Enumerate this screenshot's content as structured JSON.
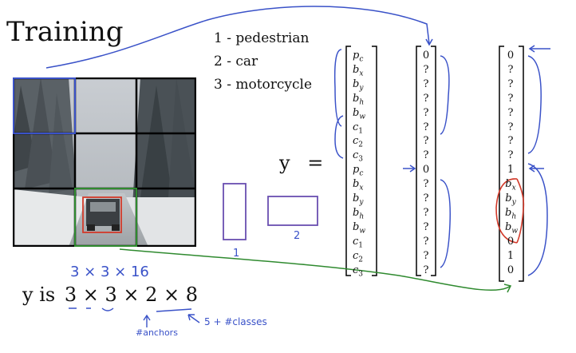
{
  "title": "Training",
  "classes": [
    "1 - pedestrian",
    "2 - car",
    "3 - motorcycle"
  ],
  "y_label": "y",
  "equals": "=",
  "label_vector": [
    "p_c",
    "b_x",
    "b_y",
    "b_h",
    "b_w",
    "c_1",
    "c_2",
    "c_3",
    "p_c",
    "b_x",
    "b_y",
    "b_h",
    "b_w",
    "c_1",
    "c_2",
    "c_3"
  ],
  "vector_middle": [
    "0",
    "?",
    "?",
    "?",
    "?",
    "?",
    "?",
    "?",
    "0",
    "?",
    "?",
    "?",
    "?",
    "?",
    "?",
    "?"
  ],
  "vector_right": [
    "0",
    "?",
    "?",
    "?",
    "?",
    "?",
    "?",
    "?",
    "1",
    "b_x",
    "b_y",
    "b_h",
    "b_w",
    "0",
    "1",
    "0"
  ],
  "anchor_labels": [
    "1",
    "2"
  ],
  "y_is": "y is",
  "dims": "3 × 3 × 2 × 8",
  "handwritten_top": "3 × 3 × 16",
  "handwritten_anchors": "#anchors",
  "handwritten_classes": "5 + #classes",
  "colors": {
    "blue_pen": "#3a52c8",
    "green_pen": "#2f8a2f",
    "red_pen": "#d23a2a",
    "purple_pen": "#6a4fb0"
  }
}
